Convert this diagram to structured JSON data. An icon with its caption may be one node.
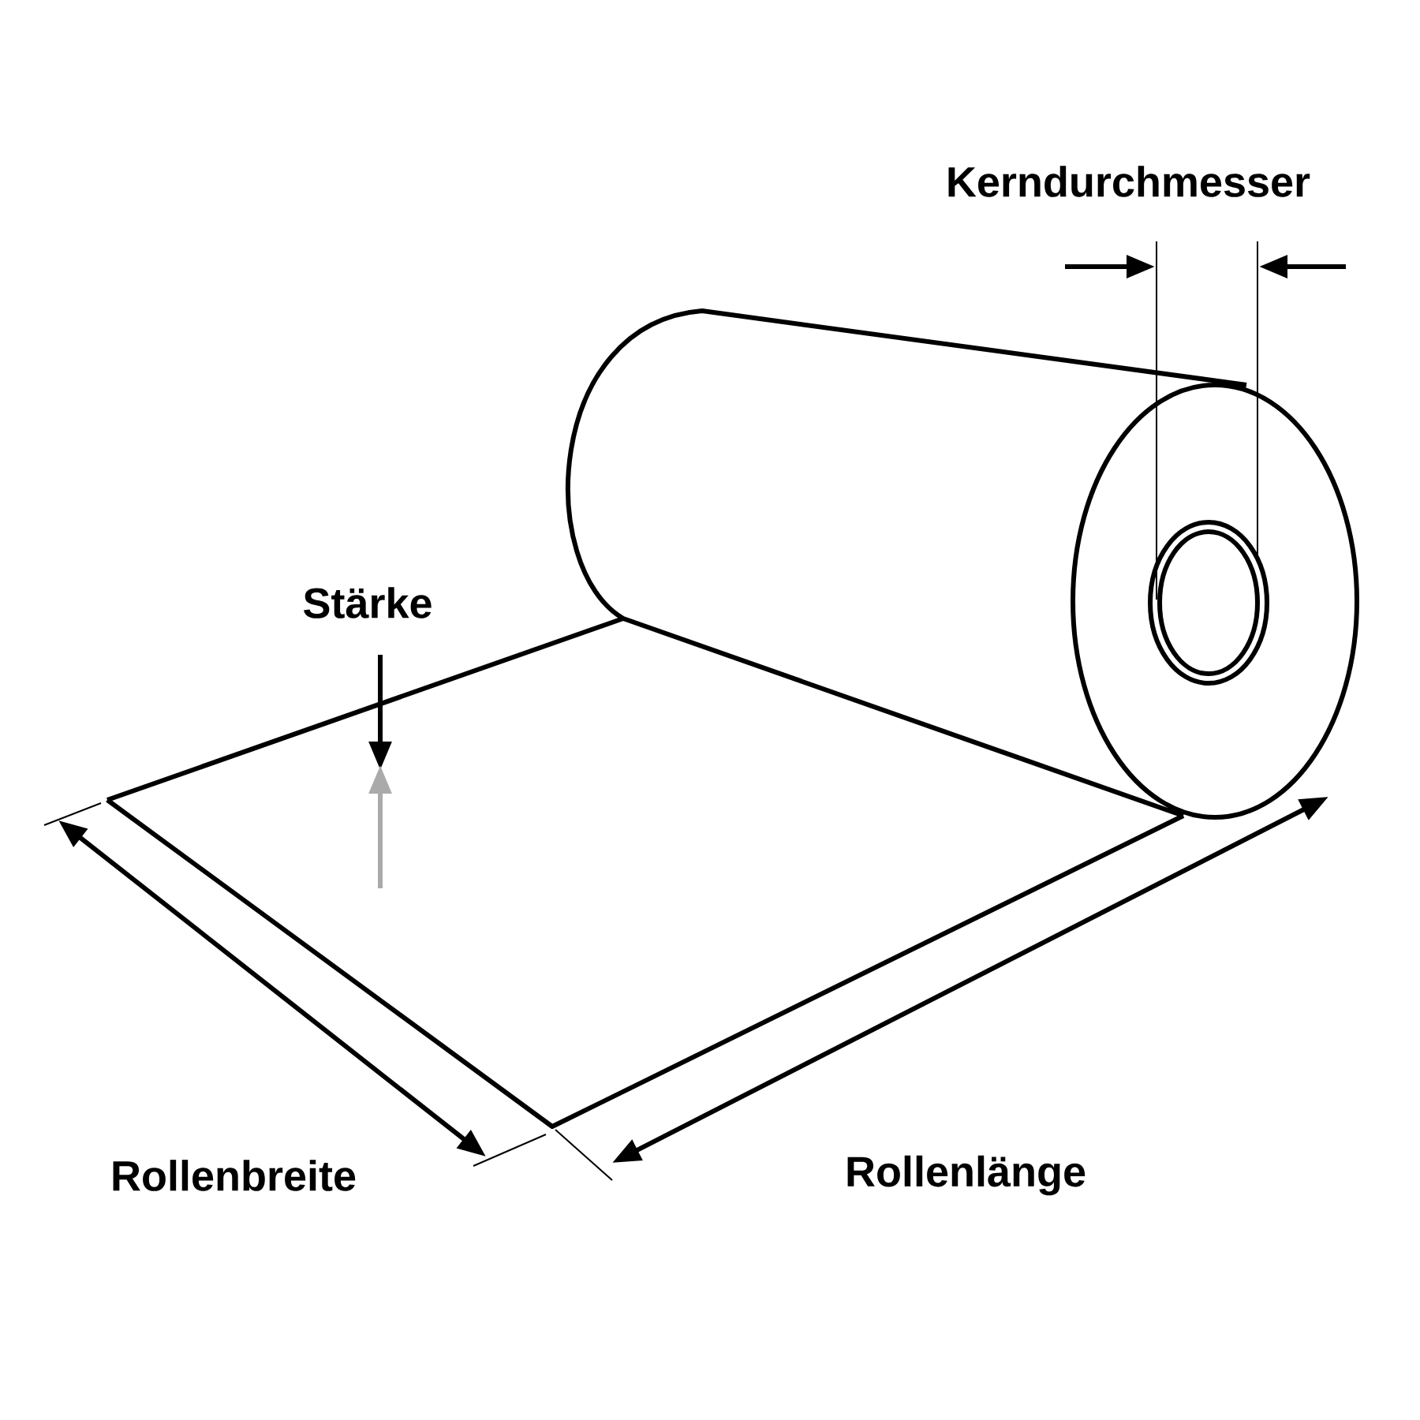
{
  "diagram": {
    "labels": [
      "Kerndurchmesser",
      "Stärke",
      "Rollenbreite",
      "Rollenlänge"
    ]
  }
}
